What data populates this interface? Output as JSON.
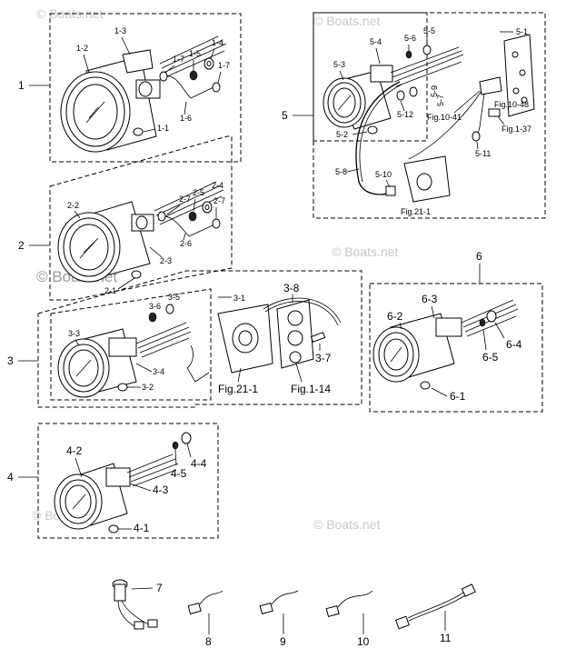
{
  "watermark": {
    "text": "© Boats.net"
  },
  "groups": [
    {
      "id": "1",
      "label": "1",
      "parts": [
        "1-1",
        "1-2",
        "1-3",
        "1-4",
        "1-5",
        "1-6",
        "1-7",
        "1-7"
      ]
    },
    {
      "id": "2",
      "label": "2",
      "parts": [
        "2-1",
        "2-2",
        "2-3",
        "2-4",
        "2-5",
        "2-6",
        "2-7",
        "2-7"
      ]
    },
    {
      "id": "3",
      "label": "3",
      "parts": [
        "3-1",
        "3-2",
        "3-3",
        "3-4",
        "3-5",
        "3-6",
        "3-7",
        "3-8"
      ]
    },
    {
      "id": "4",
      "label": "4",
      "parts": [
        "4-1",
        "4-2",
        "4-3",
        "4-4",
        "4-5"
      ]
    },
    {
      "id": "5",
      "label": "5",
      "parts": [
        "5-1",
        "5-2",
        "5-3",
        "5-4",
        "5-5",
        "5-6",
        "5-7",
        "5-8",
        "5-9",
        "5-10",
        "5-11",
        "5-12"
      ]
    },
    {
      "id": "6",
      "label": "6",
      "parts": [
        "6-1",
        "6-2",
        "6-3",
        "6-4",
        "6-5"
      ]
    }
  ],
  "loose_parts": [
    "7",
    "8",
    "9",
    "10",
    "11"
  ],
  "figure_refs": [
    "Fig.21-1",
    "Fig.1-14",
    "Fig.21-1",
    "Fig.10-41",
    "Fig.10-48",
    "Fig.1-37"
  ]
}
